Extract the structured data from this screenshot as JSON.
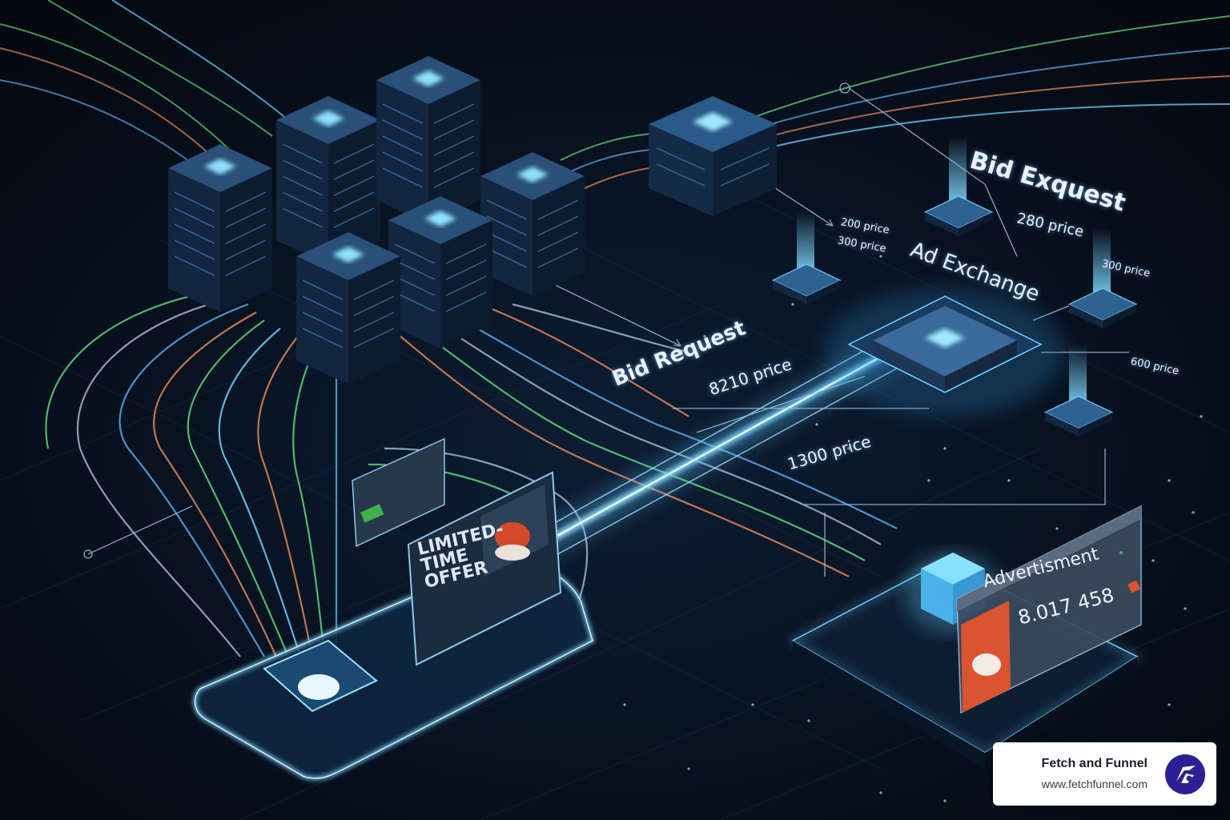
{
  "diagram": {
    "labels": {
      "bid_exquest": "Bid Exquest",
      "ad_exchange": "Ad Exchange",
      "bid_request": "Bid Request",
      "price_280": "280 price",
      "price_200": "200 price",
      "price_300_left": "300 price",
      "price_300_right": "300 price",
      "price_600": "600 price",
      "price_8210": "8210 price",
      "price_1300": "1300 price"
    },
    "tablet_ad": {
      "headline": "LIMITED-TIME OFFER"
    },
    "advert_panel": {
      "title": "Advertisment",
      "number": "8.017 458"
    }
  },
  "brand": {
    "name": "Fetch and Funnel",
    "url": "www.fetchfunnel.com"
  },
  "colors": {
    "background": "#050b14",
    "glow": "#6fd0ff",
    "stream_green": "#5fd47a",
    "stream_orange": "#e0875a",
    "stream_blue": "#5aa8e8",
    "advert_orange": "#d9542f",
    "brand_logo": "#2f1f94"
  }
}
